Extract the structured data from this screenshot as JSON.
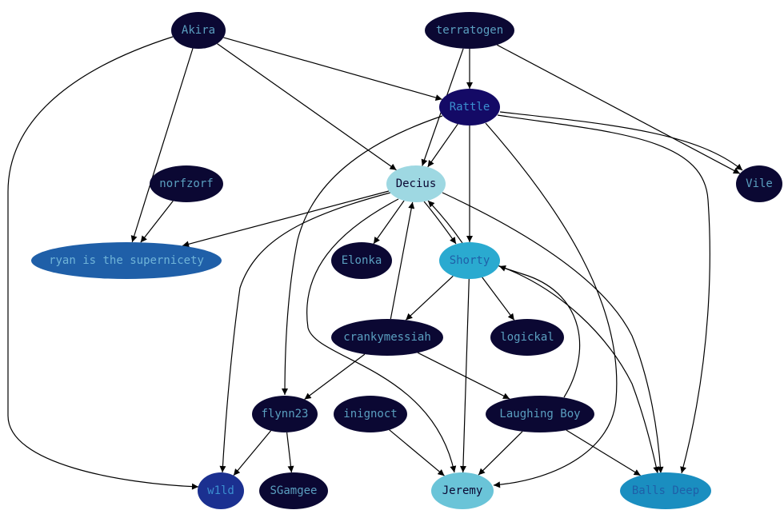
{
  "graph": {
    "nodes": [
      {
        "id": "akira",
        "label": "Akira",
        "fill": "#0b0833",
        "text": "#5a9fc0"
      },
      {
        "id": "terratogen",
        "label": "terratogen",
        "fill": "#0b0833",
        "text": "#5a9fc0"
      },
      {
        "id": "rattle",
        "label": "Rattle",
        "fill": "#140a66",
        "text": "#3b8fd0"
      },
      {
        "id": "norfzorf",
        "label": "norfzorf",
        "fill": "#0b0833",
        "text": "#5a9fc0"
      },
      {
        "id": "decius",
        "label": "Decius",
        "fill": "#9ed8e2",
        "text": "#0b0833"
      },
      {
        "id": "vile",
        "label": "Vile",
        "fill": "#0b0833",
        "text": "#5a9fc0"
      },
      {
        "id": "ryan",
        "label": "ryan is the supernicety",
        "fill": "#1f5fa8",
        "text": "#6fb4d8"
      },
      {
        "id": "elonka",
        "label": "Elonka",
        "fill": "#0b0833",
        "text": "#5a9fc0"
      },
      {
        "id": "shorty",
        "label": "Shorty",
        "fill": "#2aaad0",
        "text": "#1f5fa8"
      },
      {
        "id": "crankymessiah",
        "label": "crankymessiah",
        "fill": "#0b0833",
        "text": "#5a9fc0"
      },
      {
        "id": "logickal",
        "label": "logickal",
        "fill": "#0b0833",
        "text": "#5a9fc0"
      },
      {
        "id": "flynn23",
        "label": "flynn23",
        "fill": "#0b0833",
        "text": "#5a9fc0"
      },
      {
        "id": "inignoct",
        "label": "inignoct",
        "fill": "#0b0833",
        "text": "#5a9fc0"
      },
      {
        "id": "laughingboy",
        "label": "Laughing Boy",
        "fill": "#0b0833",
        "text": "#5a9fc0"
      },
      {
        "id": "w1ld",
        "label": "w1ld",
        "fill": "#1b3090",
        "text": "#3b8fd0"
      },
      {
        "id": "sgamgee",
        "label": "SGamgee",
        "fill": "#0b0833",
        "text": "#5a9fc0"
      },
      {
        "id": "jeremy",
        "label": "Jeremy",
        "fill": "#6ac4d8",
        "text": "#0b0833"
      },
      {
        "id": "ballsdeep",
        "label": "Balls Deep",
        "fill": "#1a8ec0",
        "text": "#1f5fa8"
      }
    ],
    "edges": [
      {
        "from": "akira",
        "to": "rattle"
      },
      {
        "from": "akira",
        "to": "decius"
      },
      {
        "from": "akira",
        "to": "ryan"
      },
      {
        "from": "akira",
        "to": "w1ld"
      },
      {
        "from": "terratogen",
        "to": "rattle"
      },
      {
        "from": "terratogen",
        "to": "decius"
      },
      {
        "from": "terratogen",
        "to": "vile"
      },
      {
        "from": "rattle",
        "to": "decius"
      },
      {
        "from": "rattle",
        "to": "vile"
      },
      {
        "from": "rattle",
        "to": "shorty"
      },
      {
        "from": "rattle",
        "to": "flynn23"
      },
      {
        "from": "rattle",
        "to": "jeremy"
      },
      {
        "from": "rattle",
        "to": "ballsdeep"
      },
      {
        "from": "norfzorf",
        "to": "ryan"
      },
      {
        "from": "decius",
        "to": "ryan"
      },
      {
        "from": "decius",
        "to": "elonka"
      },
      {
        "from": "decius",
        "to": "shorty"
      },
      {
        "from": "decius",
        "to": "w1ld"
      },
      {
        "from": "decius",
        "to": "jeremy"
      },
      {
        "from": "decius",
        "to": "ballsdeep"
      },
      {
        "from": "shorty",
        "to": "decius"
      },
      {
        "from": "shorty",
        "to": "crankymessiah"
      },
      {
        "from": "shorty",
        "to": "logickal"
      },
      {
        "from": "shorty",
        "to": "jeremy"
      },
      {
        "from": "shorty",
        "to": "ballsdeep"
      },
      {
        "from": "crankymessiah",
        "to": "decius"
      },
      {
        "from": "crankymessiah",
        "to": "flynn23"
      },
      {
        "from": "crankymessiah",
        "to": "laughingboy"
      },
      {
        "from": "flynn23",
        "to": "w1ld"
      },
      {
        "from": "flynn23",
        "to": "sgamgee"
      },
      {
        "from": "inignoct",
        "to": "jeremy"
      },
      {
        "from": "laughingboy",
        "to": "shorty"
      },
      {
        "from": "laughingboy",
        "to": "jeremy"
      },
      {
        "from": "laughingboy",
        "to": "ballsdeep"
      }
    ]
  }
}
